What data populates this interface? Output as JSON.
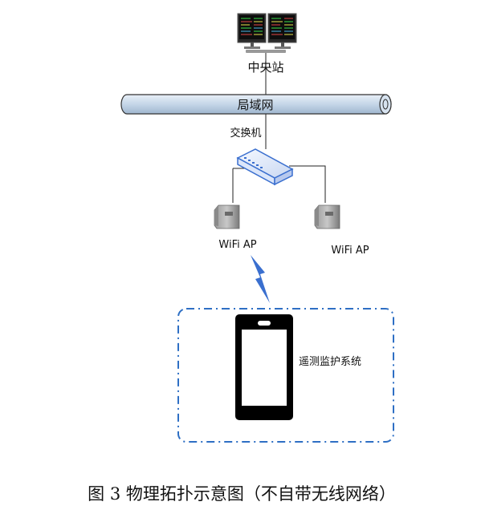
{
  "nodes": {
    "central_station": "中央站",
    "lan": "局域网",
    "switch": "交换机",
    "ap_left": "WiFi AP",
    "ap_right": "WiFi AP",
    "device": "遥测监护系统"
  },
  "caption": "图 3 物理拓扑示意图（不自带无线网络）",
  "colors": {
    "lan_fill": "#c5d6e8",
    "switch_blue": "#3a6fcf",
    "lightning": "#3a6fcf",
    "dash_border": "#2e6fc4",
    "phone_black": "#000000"
  }
}
